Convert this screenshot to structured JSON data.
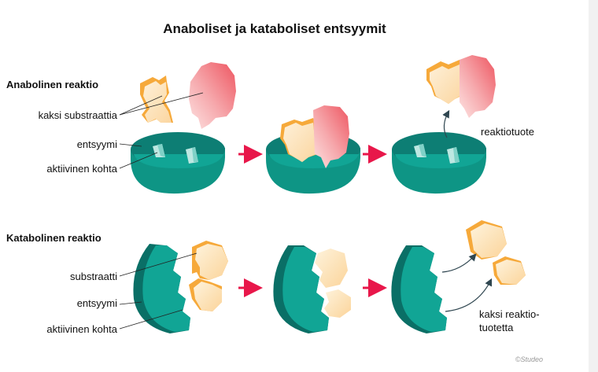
{
  "title": "Anaboliset ja kataboliset entsyymit",
  "anabolic": {
    "heading": "Anabolinen reaktio",
    "label_substrates": "kaksi substraattia",
    "label_enzyme": "entsyymi",
    "label_active_site": "aktiivinen kohta",
    "label_product": "reaktiotuote"
  },
  "catabolic": {
    "heading": "Katabolinen reaktio",
    "label_substrate": "substraatti",
    "label_enzyme": "entsyymi",
    "label_active_site": "aktiivinen kohta",
    "label_products_line1": "kaksi reaktio-",
    "label_products_line2": "tuotetta"
  },
  "copyright": "©Studeo",
  "colors": {
    "enzyme": "#11a595",
    "enzyme_dark": "#0a6f66",
    "substrate_light": "#fde1b8",
    "substrate_edge": "#f6a93a",
    "substrate_red": "#ee5b67",
    "arrow": "#e8174a",
    "pointer": "#2f4650"
  }
}
